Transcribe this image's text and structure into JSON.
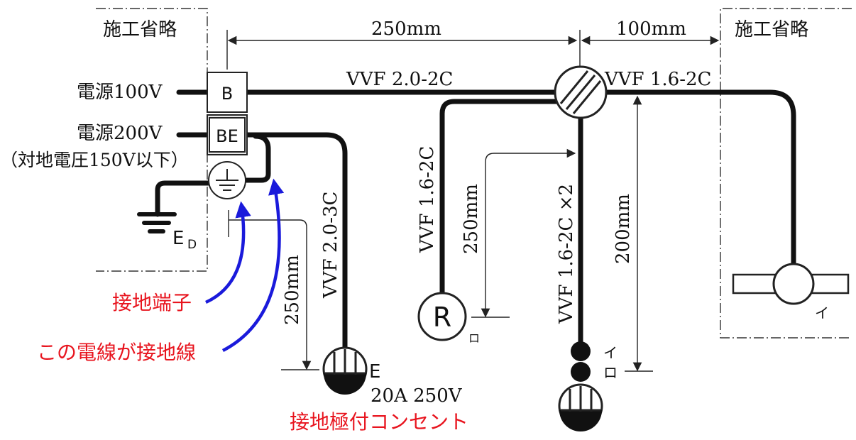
{
  "omitted_left": "施工省略",
  "omitted_right": "施工省略",
  "dim_top_250": "250mm",
  "dim_top_100": "100mm",
  "power_100v": "電源100V",
  "power_200v": "電源200V",
  "power_200v_note": "（対地電圧150V以下）",
  "breaker_b": "B",
  "breaker_be": "BE",
  "earth_label_main": "E",
  "earth_label_sub": "D",
  "cable_main": "VVF 2.0-2C",
  "cable_right": "VVF 1.6-2C",
  "cable_outlet": "VVF 2.0-3C",
  "cable_receptacle": "VVF 1.6-2C",
  "cable_switch": "VVF 1.6-2C ×2",
  "dim_outlet_250": "250mm",
  "dim_receptacle_250": "250mm",
  "dim_switch_200": "200mm",
  "receptacle_r": "R",
  "receptacle_tag": "ロ",
  "switch_tag_i": "イ",
  "switch_tag_ro": "ロ",
  "lamp_tag": "イ",
  "outlet_e": "E",
  "outlet_rating": "20A 250V",
  "callout_terminal": "接地端子",
  "callout_wire": "この電線が接地線",
  "callout_outlet": "接地極付コンセント"
}
